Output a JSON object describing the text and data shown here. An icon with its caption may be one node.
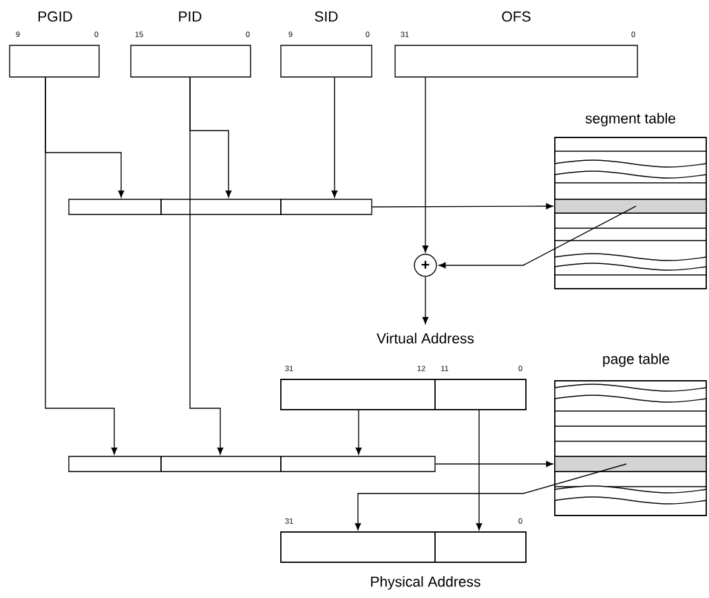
{
  "diagram": {
    "nodes": [
      {
        "text": [
          "PGID"
        ],
        "beside": [
          "9",
          "0"
        ]
      },
      {
        "text": [
          "PID"
        ],
        "beside": [
          "15",
          "0"
        ]
      },
      {
        "text": [
          "SID"
        ],
        "beside": [
          "9",
          "0"
        ]
      },
      {
        "text": [
          "OFS"
        ],
        "beside": [
          "31",
          "0"
        ]
      },
      {
        "text": [],
        "shape": "box"
      },
      {
        "text": [],
        "shape": "box"
      },
      {
        "text": [],
        "shape": "box"
      },
      {
        "text": [
          "segment table"
        ]
      },
      {
        "text": [],
        "shape": "bar",
        "in": 7
      },
      {
        "text": [
          "+"
        ]
      },
      {
        "text": [
          "Virtual Address"
        ],
        "beside": [
          "31",
          "12",
          "11",
          "0"
        ]
      },
      {
        "text": [],
        "shape": "box",
        "in": 10
      },
      {
        "text": [],
        "shape": "box",
        "in": 10
      },
      {
        "text": [],
        "shape": "box"
      },
      {
        "text": [],
        "shape": "box"
      },
      {
        "text": [],
        "shape": "box"
      },
      {
        "text": [
          "page table"
        ]
      },
      {
        "text": [],
        "shape": "bar",
        "in": 16
      },
      {
        "text": [
          "Physical Address"
        ],
        "beside": [
          "31",
          "0"
        ]
      },
      {
        "text": [],
        "shape": "box",
        "in": 18
      },
      {
        "text": [],
        "shape": "box",
        "in": 18
      }
    ],
    "edges": [
      {
        "from": 0,
        "to": 4,
        "arrow": "to"
      },
      {
        "from": 0,
        "to": 13,
        "arrow": "to"
      },
      {
        "from": 1,
        "to": 5,
        "arrow": "to"
      },
      {
        "from": 1,
        "to": 14,
        "arrow": "to"
      },
      {
        "from": 2,
        "to": 6,
        "arrow": "to"
      },
      {
        "from": 3,
        "to": 9,
        "arrow": "to"
      },
      {
        "from": 6,
        "to": 8,
        "arrow": "to"
      },
      {
        "from": 8,
        "to": 9,
        "arrow": "to"
      },
      {
        "from": 9,
        "to": 10,
        "arrow": "to"
      },
      {
        "from": 11,
        "to": 15,
        "arrow": "to"
      },
      {
        "from": 12,
        "to": 20,
        "arrow": "to"
      },
      {
        "from": 15,
        "to": 17,
        "arrow": "to"
      },
      {
        "from": 17,
        "to": 19,
        "arrow": "to"
      }
    ]
  }
}
